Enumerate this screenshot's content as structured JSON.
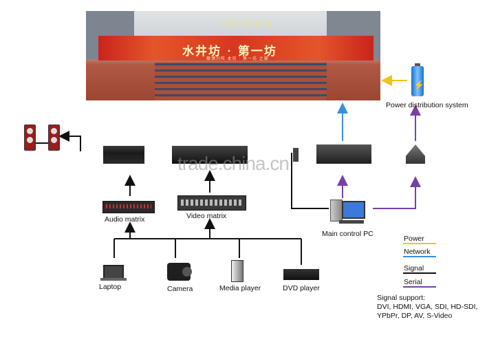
{
  "photo": {
    "title": "LED Display",
    "sign_main": "水井坊 · 第一坊",
    "sign_sub": "酿酒兴旺 本坊 · 第一坊 之源"
  },
  "nodes": {
    "power": "Power distribution system",
    "audio_matrix": "Audio matrix",
    "video_matrix": "Video matrix",
    "main_pc": "Main control PC",
    "laptop": "Laptop",
    "camera": "Camera",
    "media_player": "Media player",
    "dvd_player": "DVD player"
  },
  "legend": {
    "items": [
      {
        "label": "Power",
        "color": "#f2c21a"
      },
      {
        "label": "Network",
        "color": "#3a8fd8"
      },
      {
        "label": "Signal",
        "color": "#111111"
      },
      {
        "label": "Serial",
        "color": "#7a3fa8"
      }
    ]
  },
  "support": {
    "title": "Signal support:",
    "line1": "DVI, HDMI, VGA, SDI, HD-SDI,",
    "line2": "YPbPr, DP, AV, S-Video"
  },
  "watermark": "trade.china.cn"
}
